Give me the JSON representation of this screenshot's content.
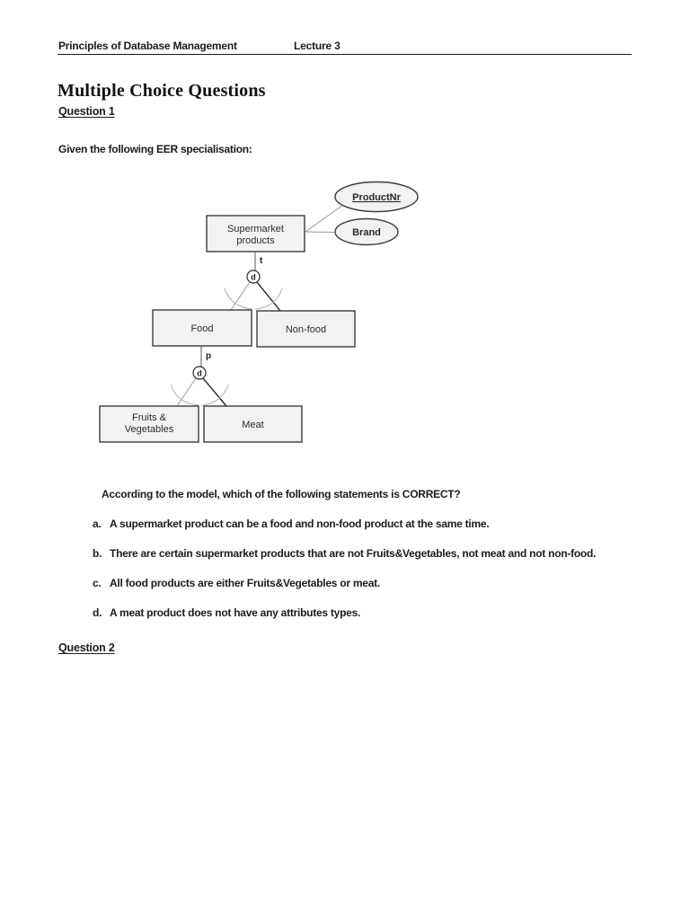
{
  "header": {
    "course": "Principles of Database Management",
    "lecture": "Lecture 3"
  },
  "title": "Multiple Choice Questions",
  "question1": {
    "label": "Question 1",
    "intro": "Given the following EER specialisation:",
    "prompt": {
      "prefix": "According to the model, which of the following statements is ",
      "emphasis": "CORRECT",
      "suffix": "?"
    },
    "options": [
      {
        "letter": "a.",
        "text": "A supermarket product can be a food and non-food product at the same time."
      },
      {
        "letter": "b.",
        "text": "There are certain supermarket products that are not Fruits&Vegetables, not meat and not non-food."
      },
      {
        "letter": "c.",
        "text": "All food products are either Fruits&Vegetables or meat."
      },
      {
        "letter": "d.",
        "text": "A meat product does not have any attributes types."
      }
    ]
  },
  "question2_label": "Question 2",
  "diagram": {
    "superclass": {
      "line1": "Supermarket",
      "line2": "products"
    },
    "attributes": {
      "key": "ProductNr",
      "plain": "Brand"
    },
    "specialization1": {
      "completeness": "t",
      "constraint": "d",
      "left_subclass": "Food",
      "right_subclass": "Non-food"
    },
    "specialization2": {
      "completeness": "p",
      "constraint": "d",
      "left_line1": "Fruits &",
      "left_line2": "Vegetables",
      "right_subclass": "Meat"
    },
    "colors": {
      "shape_fill": "#f2f2f2",
      "shape_stroke": "#3c3c3c",
      "connector_light": "#9a9a9a",
      "connector_dark": "#2e2e2e"
    }
  }
}
